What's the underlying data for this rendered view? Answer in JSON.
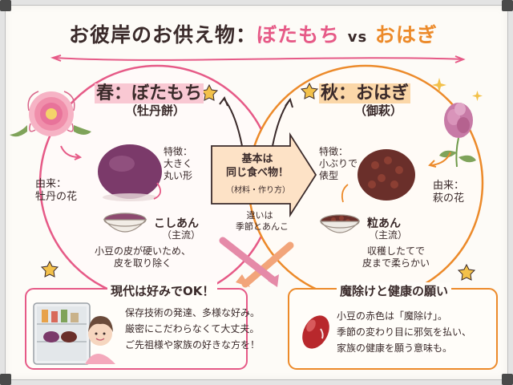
{
  "title": {
    "prefix": "お彼岸のお供え物：",
    "botamochi": "ぼたもち",
    "vs": "vs",
    "ohagi": "おはぎ"
  },
  "spring": {
    "heading": "春：ぼたもち",
    "sub": "（牡丹餅）",
    "origin": "由来：\n牡丹の花",
    "feature": "特徴：\n大きく\n丸い形",
    "paste": "こしあん",
    "paste_sub": "（主流）",
    "note": "小豆の皮が硬いため、\n皮を取り除く"
  },
  "autumn": {
    "heading": "秋：おはぎ",
    "sub": "（御萩）",
    "feature": "特徴：\n小ぶりで\n俵型",
    "origin": "由来：\n萩の花",
    "paste": "粒あん",
    "paste_sub": "（主流）",
    "note": "収穫したてで\n皮まで柔らかい"
  },
  "center": {
    "arrow_text": "基本は\n同じ食べ物！",
    "arrow_sub": "（材料・作り方）",
    "diff": "違いは\n季節とあんこ"
  },
  "modern": {
    "heading": "現代は好みでOK！",
    "body": "保存技術の発達、多様な好み。\n厳密にこだわらなくて大丈夫。\nご先祖様や家族の好きな方を！"
  },
  "wish": {
    "heading": "魔除けと健康の願い",
    "body": "小豆の赤色は「魔除け」。\n季節の変わり目に邪気を払い、\n家族の健康を願う意味も。"
  },
  "colors": {
    "pink": "#e65a87",
    "orange": "#ec8a2a",
    "ink": "#3a2a2a",
    "board": "#fdfbf7"
  },
  "icons": [
    "peony-icon",
    "clover-flower-icon",
    "bean-icon",
    "star-icon",
    "fridge-icon",
    "woman-icon"
  ]
}
